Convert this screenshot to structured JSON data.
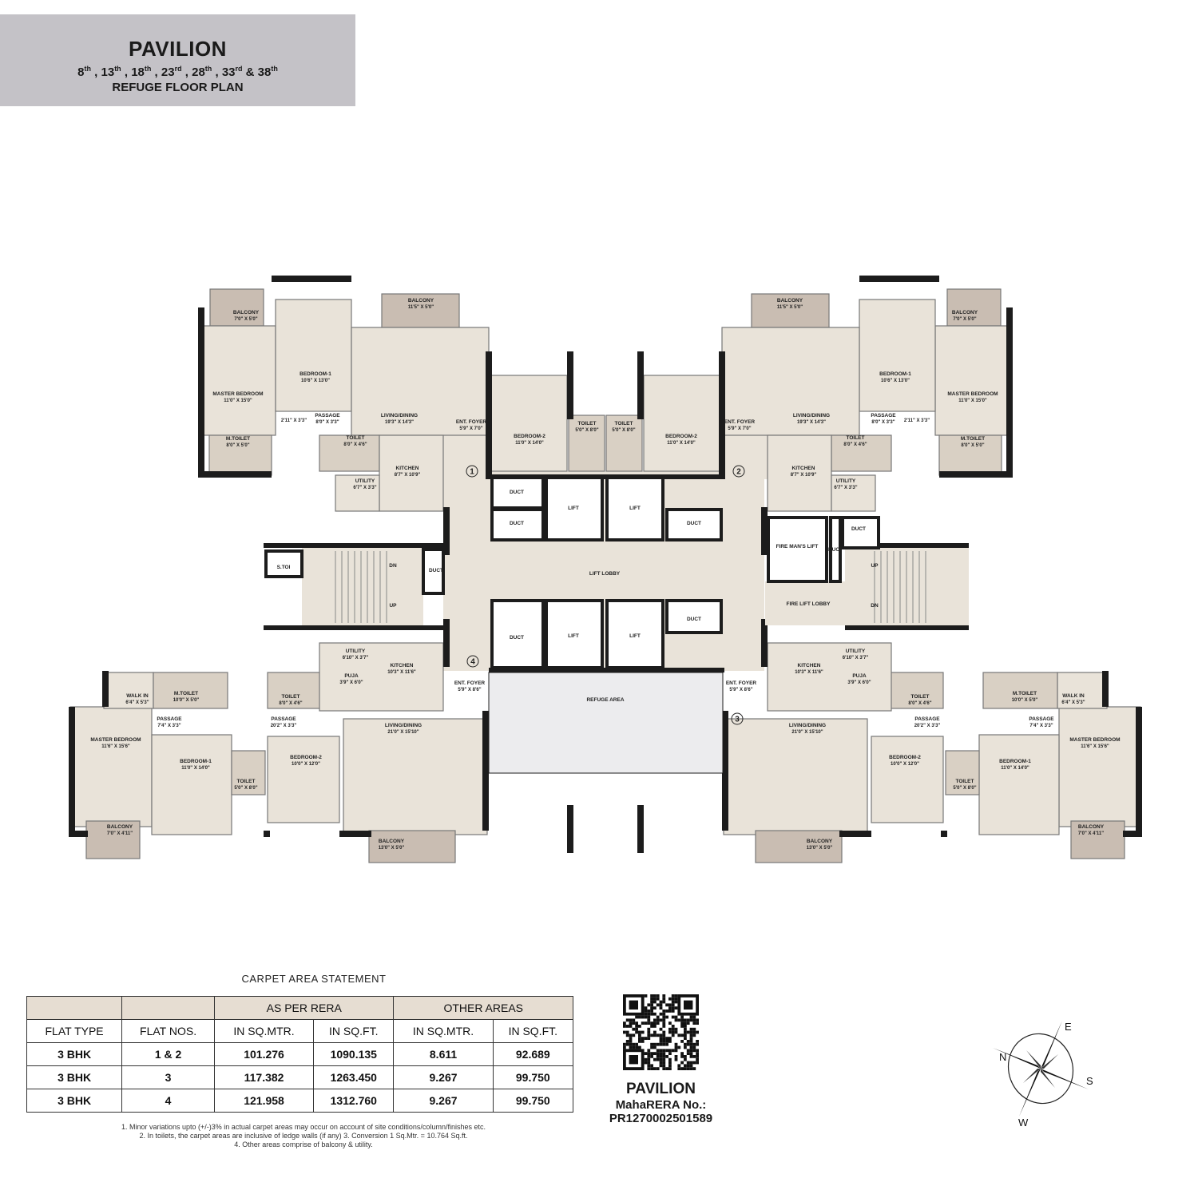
{
  "header": {
    "project": "PAVILION",
    "floors": [
      {
        "n": "8",
        "suf": "th"
      },
      {
        "n": "13",
        "suf": "th"
      },
      {
        "n": "18",
        "suf": "th"
      },
      {
        "n": "23",
        "suf": "rd"
      },
      {
        "n": "28",
        "suf": "th"
      },
      {
        "n": "33",
        "suf": "rd"
      },
      {
        "n": "38",
        "suf": "th"
      }
    ],
    "subtitle": "REFUGE FLOOR PLAN"
  },
  "plan": {
    "flats": [
      {
        "number": "1",
        "rooms": [
          {
            "name": "BALCONY",
            "dim": "7'0\" X 5'0\""
          },
          {
            "name": "MASTER BEDROOM",
            "dim": "11'0\" X 15'0\""
          },
          {
            "name": "BEDROOM-1",
            "dim": "10'6\" X 13'0\""
          },
          {
            "name": "BALCONY",
            "dim": "11'5\" X 5'0\""
          },
          {
            "name": "LIVING/DINING",
            "dim": "19'3\" X 14'3\""
          },
          {
            "name": "PASSAGE",
            "dim": "8'0\" X 3'3\""
          },
          {
            "name": "",
            "dim": "2'11\" X 3'3\""
          },
          {
            "name": "M.TOILET",
            "dim": "8'0\" X 5'0\""
          },
          {
            "name": "TOILET",
            "dim": "8'0\" X 4'6\""
          },
          {
            "name": "KITCHEN",
            "dim": "8'7\" X 10'9\""
          },
          {
            "name": "UTILITY",
            "dim": "6'7\" X 3'3\""
          },
          {
            "name": "ENT. FOYER",
            "dim": "5'9\" X 7'0\""
          },
          {
            "name": "BEDROOM-2",
            "dim": "11'0\" X 14'0\""
          },
          {
            "name": "TOILET",
            "dim": "5'0\" X 8'0\""
          }
        ]
      },
      {
        "number": "2",
        "rooms": [
          {
            "name": "BALCONY",
            "dim": "7'0\" X 5'0\""
          },
          {
            "name": "MASTER BEDROOM",
            "dim": "11'0\" X 15'0\""
          },
          {
            "name": "BEDROOM-1",
            "dim": "10'6\" X 13'0\""
          },
          {
            "name": "BALCONY",
            "dim": "11'5\" X 5'0\""
          },
          {
            "name": "LIVING/DINING",
            "dim": "19'3\" X 14'3\""
          },
          {
            "name": "PASSAGE",
            "dim": "8'0\" X 3'3\""
          },
          {
            "name": "",
            "dim": "2'11\" X 3'3\""
          },
          {
            "name": "M.TOILET",
            "dim": "8'0\" X 5'0\""
          },
          {
            "name": "TOILET",
            "dim": "8'0\" X 4'6\""
          },
          {
            "name": "KITCHEN",
            "dim": "8'7\" X 10'9\""
          },
          {
            "name": "UTILITY",
            "dim": "6'7\" X 3'3\""
          },
          {
            "name": "ENT. FOYER",
            "dim": "5'9\" X 7'0\""
          },
          {
            "name": "BEDROOM-2",
            "dim": "11'0\" X 14'0\""
          },
          {
            "name": "TOILET",
            "dim": "5'0\" X 8'0\""
          }
        ]
      },
      {
        "number": "3",
        "rooms": [
          {
            "name": "MASTER BEDROOM",
            "dim": "11'6\" X 15'6\""
          },
          {
            "name": "WALK IN",
            "dim": "6'4\" X 5'3\""
          },
          {
            "name": "M.TOILET",
            "dim": "10'0\" X 5'0\""
          },
          {
            "name": "TOILET",
            "dim": "8'0\" X 4'6\""
          },
          {
            "name": "PASSAGE",
            "dim": "7'4\" X 3'3\""
          },
          {
            "name": "PASSAGE",
            "dim": "20'2\" X 3'3\""
          },
          {
            "name": "BEDROOM-1",
            "dim": "11'0\" X 14'0\""
          },
          {
            "name": "TOILET",
            "dim": "5'0\" X 8'0\""
          },
          {
            "name": "BEDROOM-2",
            "dim": "10'0\" X 12'0\""
          },
          {
            "name": "BALCONY",
            "dim": "7'0\" X 4'11\""
          },
          {
            "name": "LIVING/DINING",
            "dim": "21'0\" X 15'10\""
          },
          {
            "name": "BALCONY",
            "dim": "13'0\" X 5'0\""
          },
          {
            "name": "KITCHEN",
            "dim": "10'3\" X 11'6\""
          },
          {
            "name": "UTILITY",
            "dim": "6'10\" X 3'7\""
          },
          {
            "name": "PUJA",
            "dim": "3'9\" X 6'0\""
          },
          {
            "name": "ENT. FOYER",
            "dim": "5'9\" X 8'6\""
          }
        ]
      },
      {
        "number": "4",
        "rooms": [
          {
            "name": "MASTER BEDROOM",
            "dim": "11'6\" X 15'6\""
          },
          {
            "name": "WALK IN",
            "dim": "6'4\" X 5'3\""
          },
          {
            "name": "M.TOILET",
            "dim": "10'0\" X 5'0\""
          },
          {
            "name": "TOILET",
            "dim": "8'0\" X 4'6\""
          },
          {
            "name": "PASSAGE",
            "dim": "7'4\" X 3'3\""
          },
          {
            "name": "PASSAGE",
            "dim": "20'2\" X 3'3\""
          },
          {
            "name": "BEDROOM-1",
            "dim": "11'0\" X 14'0\""
          },
          {
            "name": "TOILET",
            "dim": "5'0\" X 8'0\""
          },
          {
            "name": "BEDROOM-2",
            "dim": "10'0\" X 12'0\""
          },
          {
            "name": "BALCONY",
            "dim": "7'0\" X 4'11\""
          },
          {
            "name": "LIVING/DINING",
            "dim": "21'0\" X 15'10\""
          },
          {
            "name": "BALCONY",
            "dim": "13'0\" X 5'0\""
          },
          {
            "name": "KITCHEN",
            "dim": "10'3\" X 11'6\""
          },
          {
            "name": "UTILITY",
            "dim": "6'10\" X 3'7\""
          },
          {
            "name": "PUJA",
            "dim": "3'9\" X 6'0\""
          },
          {
            "name": "ENT. FOYER",
            "dim": "5'9\" X 8'6\""
          }
        ]
      }
    ],
    "core": [
      "DUCT",
      "DUCT",
      "LIFT",
      "LIFT",
      "DUCT",
      "LIFT LOBBY",
      "DUCT",
      "LIFT",
      "LIFT",
      "DUCT",
      "REFUGE AREA",
      "S.TOI",
      "DUCT",
      "DN",
      "UP",
      "FIRE MAN'S LIFT",
      "DUCT",
      "DUCT",
      "FIRE LIFT LOBBY",
      "UP",
      "DN"
    ]
  },
  "carpet_area": {
    "title": "CARPET AREA STATEMENT",
    "group_headers": [
      "AS PER RERA",
      "OTHER AREAS"
    ],
    "columns": [
      "FLAT TYPE",
      "FLAT NOS.",
      "IN SQ.MTR.",
      "IN SQ.FT.",
      "IN SQ.MTR.",
      "IN SQ.FT."
    ],
    "rows": [
      [
        "3 BHK",
        "1 & 2",
        "101.276",
        "1090.135",
        "8.611",
        "92.689"
      ],
      [
        "3 BHK",
        "3",
        "117.382",
        "1263.450",
        "9.267",
        "99.750"
      ],
      [
        "3 BHK",
        "4",
        "121.958",
        "1312.760",
        "9.267",
        "99.750"
      ]
    ],
    "notes": [
      "1. Minor variations upto (+/-)3% in actual carpet areas may occur on account of site conditions/column/finishes etc.",
      "2. In toilets, the carpet areas are inclusive of ledge walls (if any) 3. Conversion 1 Sq.Mtr. = 10.764 Sq.ft.",
      "4. Other areas comprise of balcony & utility."
    ]
  },
  "qr": {
    "name": "PAVILION",
    "rera_label": "MahaRERA No.:",
    "rera_no": "PR1270002501589"
  },
  "compass": {
    "N": "N",
    "E": "E",
    "S": "S",
    "W": "W"
  },
  "colors": {
    "room": "#e9e3d9",
    "balcony": "#c9bdb2",
    "wall": "#1c1c1c",
    "header_bg": "#c4c2c7",
    "table_head": "#e6ddd2",
    "refuge": "#ececee"
  }
}
